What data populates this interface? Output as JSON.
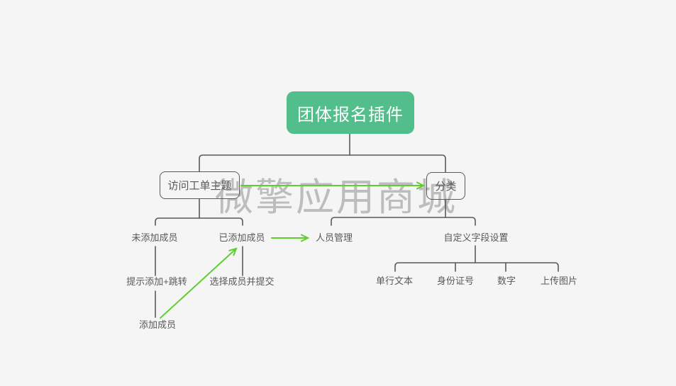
{
  "watermark": "微擎应用商城",
  "tree": {
    "root": {
      "label": "团体报名插件"
    },
    "branches": [
      {
        "label": "访问工单主题",
        "children": [
          {
            "label": "未添加成员",
            "children": [
              {
                "label": "提示添加+跳转",
                "children": [
                  {
                    "label": "添加成员"
                  }
                ]
              }
            ]
          },
          {
            "label": "已添加成员",
            "children": [
              {
                "label": "选择成员并提交"
              }
            ]
          }
        ]
      },
      {
        "label": "分类",
        "children": [
          {
            "label": "人员管理"
          },
          {
            "label": "自定义字段设置",
            "children": [
              {
                "label": "单行文本"
              },
              {
                "label": "身份证号"
              },
              {
                "label": "数字"
              },
              {
                "label": "上传图片"
              }
            ]
          }
        ]
      }
    ]
  },
  "arrows": [
    {
      "from": "访问工单主题",
      "to": "分类"
    },
    {
      "from": "已添加成员",
      "to": "人员管理"
    },
    {
      "from": "添加成员",
      "to": "已添加成员"
    }
  ],
  "colors": {
    "background": "#f5f5f5",
    "root_node_bg": "#52be8c",
    "root_node_text": "#ffffff",
    "connector_gray": "#5a5a5a",
    "arrow_green": "#5fce2f",
    "label_text": "#595959",
    "watermark_gray": "#bdbdbd"
  }
}
